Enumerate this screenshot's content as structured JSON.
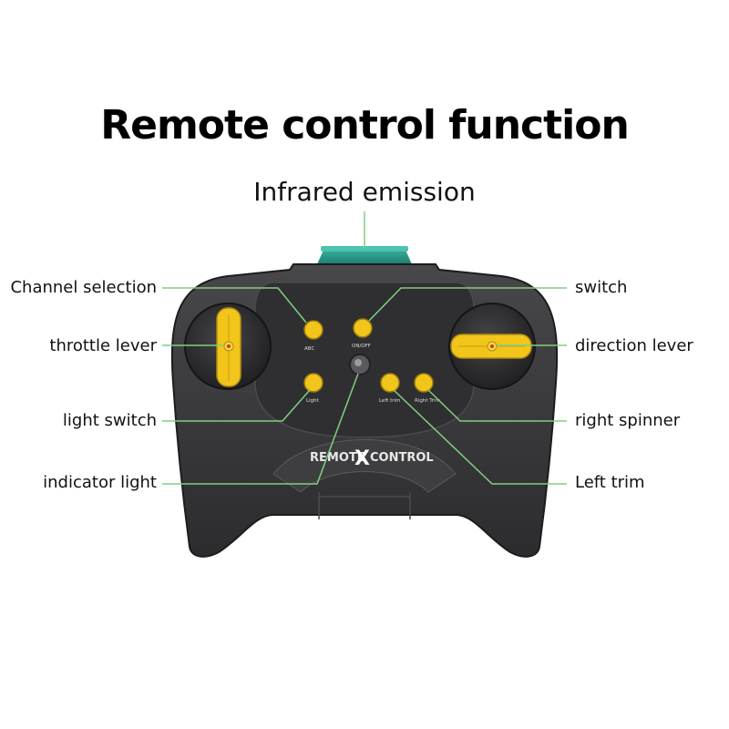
{
  "header": {
    "title": "Remote control function",
    "subtitle": "Infrared emission"
  },
  "callouts": {
    "left": [
      {
        "id": "channel",
        "label": "Channel selection"
      },
      {
        "id": "throttle",
        "label": "throttle lever"
      },
      {
        "id": "light",
        "label": "light switch"
      },
      {
        "id": "indicator",
        "label": "indicator light"
      }
    ],
    "right": [
      {
        "id": "switch",
        "label": "switch"
      },
      {
        "id": "direction",
        "label": "direction lever"
      },
      {
        "id": "spinner",
        "label": "right spinner"
      },
      {
        "id": "trim",
        "label": "Left trim"
      }
    ]
  },
  "device": {
    "button_labels": {
      "channel": "ABC",
      "onoff": "ON/OFF",
      "light": "Light",
      "left_trim": "Left trim",
      "right_trim": "Right Trim"
    },
    "logo": {
      "left": "REMOTE",
      "mark": "X",
      "right": "CONTROL"
    }
  },
  "colors": {
    "body": "#3a3a3c",
    "body_dark": "#2a2a2c",
    "accent_yellow": "#f2c51a",
    "emitter_green": "#2a9a8a",
    "leader_line": "#7fd07f"
  }
}
